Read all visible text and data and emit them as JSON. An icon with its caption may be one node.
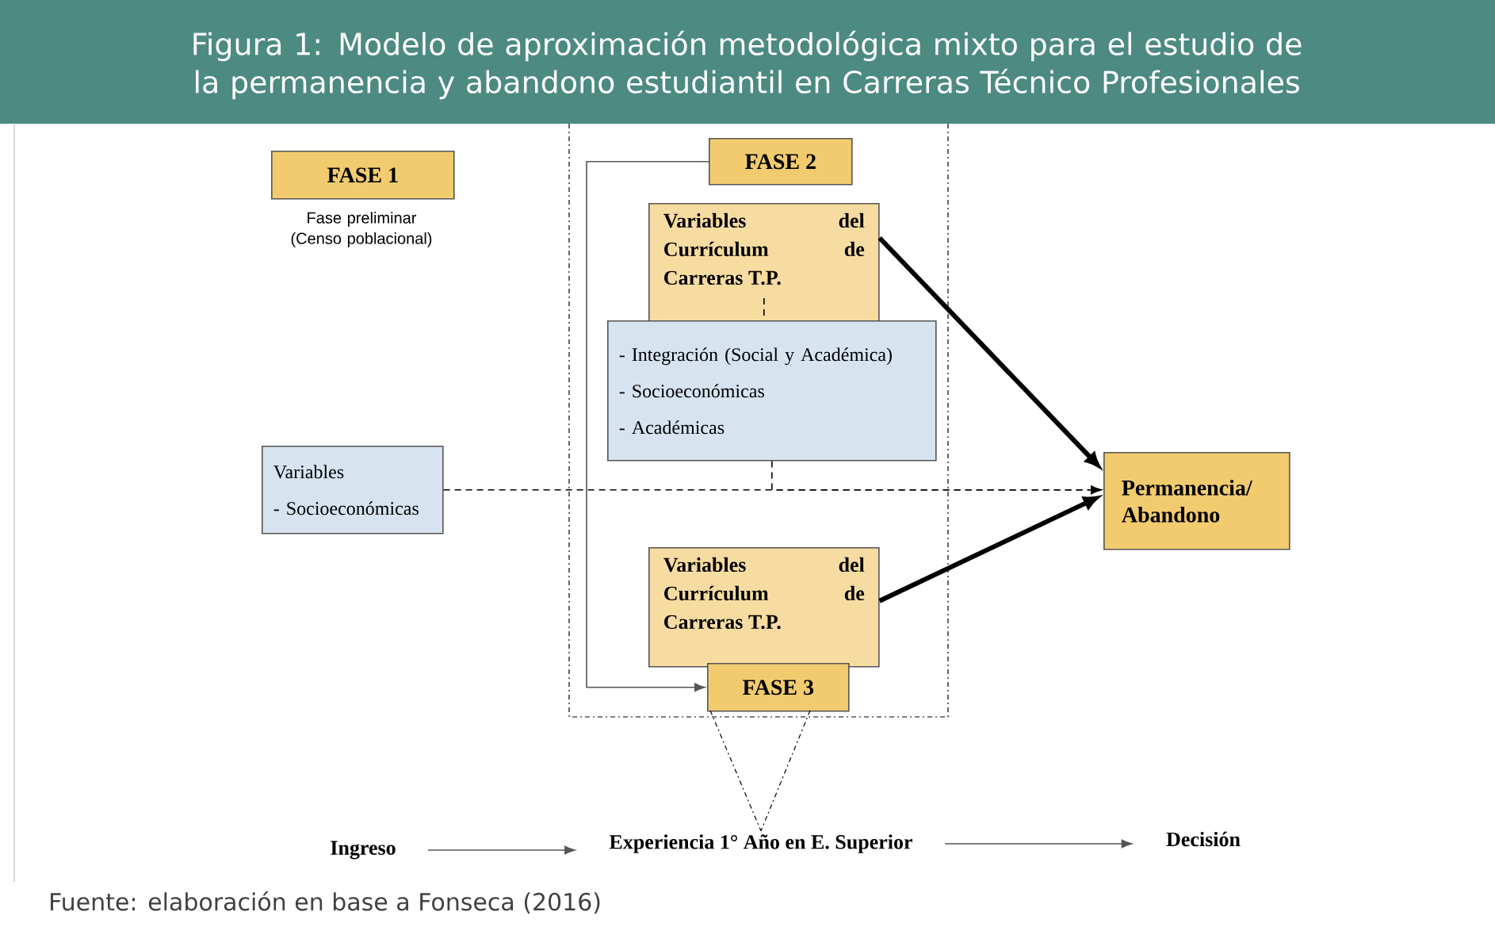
{
  "diagram": {
    "title": "Figura 1: Modelo de aproximación metodológica mixto para el estudio de la permanencia y abandono estudiantil en Carreras Técnico Profesionales",
    "caption": "Fuente: elaboración en base a Fonseca (2016)",
    "nodes": [
      {
        "text": [
          "FASE 1"
        ],
        "beside": [
          "Fase preliminar (Censo poblacional)"
        ]
      },
      {
        "text": [
          "FASE 2"
        ]
      },
      {
        "text": [
          "Variables del Currículum de Carreras T.P."
        ]
      },
      {
        "text": [
          "- Integración (Social y Académica)",
          "- Socioeconómicas",
          "- Académicas"
        ]
      },
      {
        "text": [
          "Variables",
          "- Socioeconómicas"
        ]
      },
      {
        "text": [
          "Variables del Currículum de Carreras T.P."
        ]
      },
      {
        "text": [
          "FASE 3"
        ]
      },
      {
        "text": [
          "Permanencia/ Abandono"
        ]
      },
      {
        "text": [
          "Ingreso"
        ]
      },
      {
        "text": [
          "Experiencia 1° Año en E. Superior"
        ]
      },
      {
        "text": [
          "Decisión"
        ]
      }
    ],
    "edges": [
      {
        "from": 1,
        "to": 6,
        "arrow": "to"
      },
      {
        "from": 2,
        "to": 3,
        "arrow": "none",
        "style": "dashed"
      },
      {
        "from": 2,
        "to": 7,
        "arrow": "to",
        "style": "thick"
      },
      {
        "from": 3,
        "to": 7,
        "arrow": "to",
        "style": "dashed"
      },
      {
        "from": 4,
        "to": 7,
        "arrow": "to",
        "style": "dashed"
      },
      {
        "from": 5,
        "to": 7,
        "arrow": "to",
        "style": "thick"
      },
      {
        "from": 6,
        "to": 9,
        "arrow": "none",
        "style": "dashed"
      },
      {
        "from": 6,
        "to": 9,
        "arrow": "none",
        "style": "dashed"
      },
      {
        "from": 8,
        "to": 9,
        "arrow": "to"
      },
      {
        "from": 9,
        "to": 10,
        "arrow": "to"
      }
    ]
  }
}
